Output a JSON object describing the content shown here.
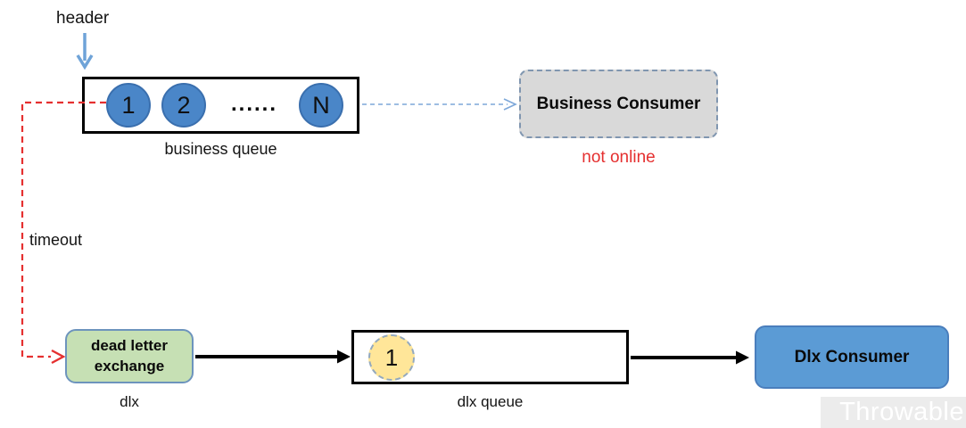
{
  "labels": {
    "header": "header",
    "timeout": "timeout"
  },
  "business_queue": {
    "caption": "business queue",
    "messages": [
      "1",
      "2",
      "......",
      "N"
    ]
  },
  "business_consumer": {
    "label": "Business Consumer",
    "status": "not online"
  },
  "dead_letter_exchange": {
    "label": "dead letter exchange",
    "caption": "dlx"
  },
  "dlx_queue": {
    "caption": "dlx queue",
    "messages": [
      "1"
    ]
  },
  "dlx_consumer": {
    "label": "Dlx Consumer"
  },
  "watermark": "Throwable",
  "colors": {
    "message_blue": "#4a86c8",
    "message_blue_border": "#3a6fae",
    "arrow_blue": "#6fa3d8",
    "dashed_blue": "#7da7d9",
    "red": "#e53030",
    "consumer_gray_fill": "#d9d9d9",
    "dashed_gray_border": "#8096b0",
    "green_fill": "#c6e0b4",
    "green_border": "#6d94bd",
    "yellow_fill": "#ffe699",
    "yellow_border": "#93a9be",
    "dlx_blue_fill": "#5b9bd5",
    "dlx_blue_border": "#4a7ebc",
    "black": "#000000",
    "watermark_bg": "#ececec",
    "watermark_text": "#ffffff"
  }
}
